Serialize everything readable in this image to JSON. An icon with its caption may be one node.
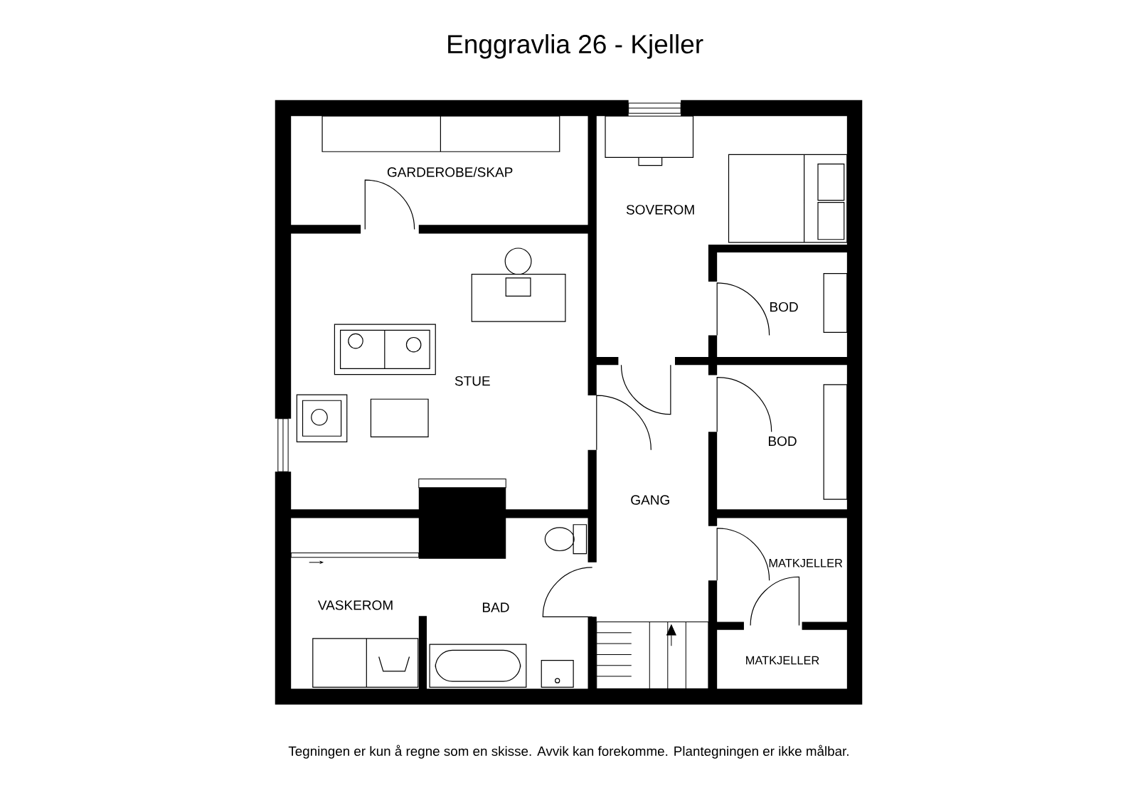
{
  "diagram": {
    "title": "Enggravlia 26 - Kjeller",
    "caption": "Tegningen er kun å regne som en skisse. Avvik kan forekomme. Plantegningen er ikke målbar.",
    "nodes": [
      {
        "text": [
          "GARDEROBE/SKAP"
        ]
      },
      {
        "text": [
          "SOVEROM"
        ]
      },
      {
        "text": [
          "BOD"
        ]
      },
      {
        "text": [
          "STUE"
        ]
      },
      {
        "text": [
          "BOD"
        ]
      },
      {
        "text": [
          "GANG"
        ]
      },
      {
        "text": [
          "MATKJELLER"
        ]
      },
      {
        "text": [
          "VASKEROM"
        ]
      },
      {
        "text": [
          "BAD"
        ]
      },
      {
        "text": [
          "MATKJELLER"
        ]
      }
    ],
    "edges": []
  }
}
